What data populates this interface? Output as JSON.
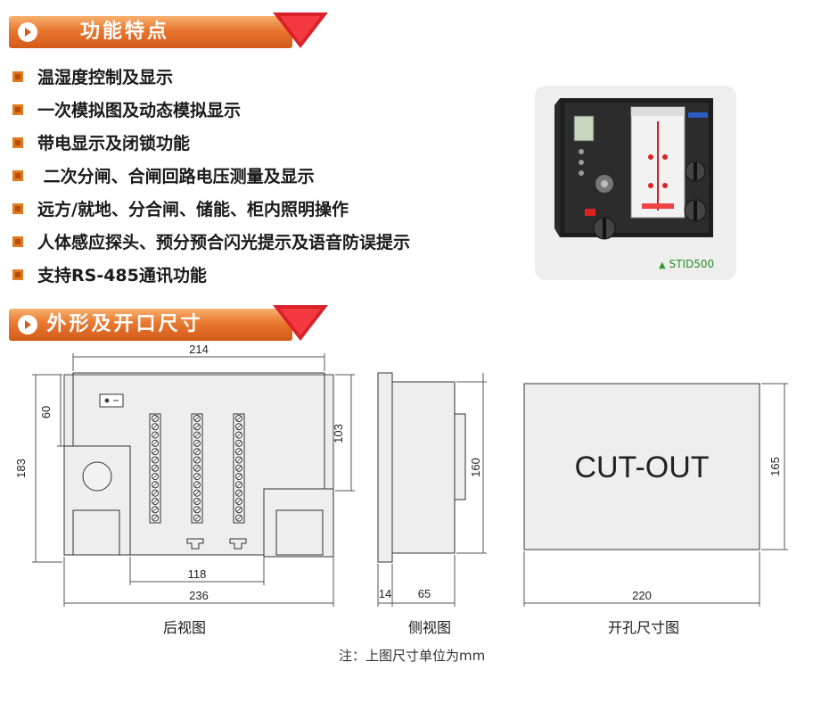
{
  "sections": {
    "features_title": "功能特点",
    "dimensions_title": "外形及开口尺寸"
  },
  "features": [
    "温湿度控制及显示",
    "一次模拟图及动态模拟显示",
    "带电显示及闭锁功能",
    " 二次分闸、合闸回路电压测量及显示",
    "远方/就地、分合闸、储能、柜内照明操作",
    "人体感应探头、预分预合闪光提示及语音防误提示",
    "支持RS-485通讯功能"
  ],
  "product": {
    "model": "STID500"
  },
  "rear_view": {
    "caption": "后视图",
    "dim_top": "214",
    "dim_left": "183",
    "dim_left_upper": "60",
    "dim_right": "103",
    "dim_inner_bottom": "118",
    "dim_bottom": "236"
  },
  "side_view": {
    "caption": "侧视图",
    "dim_height": "160",
    "dim_front": "14",
    "dim_depth": "65"
  },
  "cutout_view": {
    "caption": "开孔尺寸图",
    "label": "CUT-OUT",
    "dim_height": "165",
    "dim_width": "220"
  },
  "note": "注：上图尺寸单位为mm",
  "colors": {
    "accent": "#e07a1f",
    "banner_red": "#d9212b",
    "product_label": "#2a8a2a"
  }
}
